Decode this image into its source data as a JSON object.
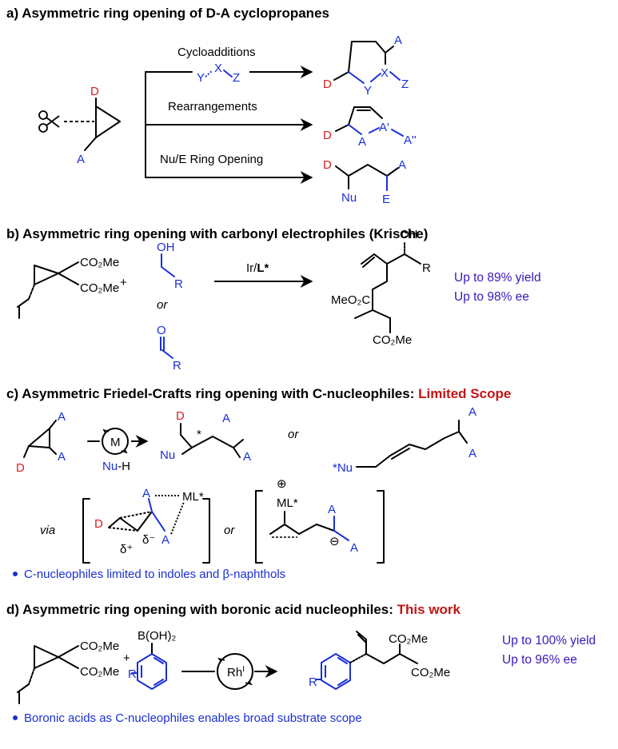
{
  "section_a": {
    "title": "a) Asymmetric ring opening of D-A cyclopropanes",
    "label_d": "D",
    "label_a": "A",
    "branches": [
      "Cycloadditions",
      "Rearrangements",
      "Nu/E Ring Opening"
    ],
    "cyclo_reagent": {
      "y": "Y",
      "x": "X",
      "z": "Z"
    },
    "cyclo_product": {
      "a": "A",
      "d": "D",
      "y": "Y",
      "x": "X",
      "z": "Z"
    },
    "rearr_product": {
      "d": "D",
      "a": "A",
      "a1": "A'",
      "a2": "A''"
    },
    "open_product": {
      "d": "D",
      "a": "A",
      "nu": "Nu",
      "e": "E"
    }
  },
  "section_b": {
    "title": "b) Asymmetric ring opening with carbonyl electrophiles (Krische)",
    "ester_top": "CO₂Me",
    "ester_bottom": "CO₂Me",
    "plus": "+",
    "or": "or",
    "oh": "OH",
    "r1": "R",
    "o": "O",
    "r2": "R",
    "catalyst_plain": "Ir/",
    "catalyst_bold": "L*",
    "prod_oh": "OH",
    "prod_r": "R",
    "prod_meo2c": "MeO₂C",
    "prod_co2me": "CO₂Me",
    "yield": "Up to 89% yield",
    "ee": "Up to 98% ee"
  },
  "section_c": {
    "title_main": "c) Asymmetric Friedel-Crafts ring opening with C-nucleophiles: ",
    "title_emph": "Limited Scope",
    "label_a1": "A",
    "label_a2": "A",
    "label_d": "D",
    "metal": "M",
    "nuh_nu": "Nu",
    "nuh_h": "-H",
    "p1": {
      "d": "D",
      "star": "*",
      "a1": "A",
      "a2": "A",
      "nu": "Nu"
    },
    "or1": "or",
    "p2": {
      "nu": "*Nu",
      "a1": "A",
      "a2": "A"
    },
    "via": "via",
    "ts1": {
      "d": "D",
      "a1": "A",
      "a2": "A",
      "ml": "ML*",
      "dplus": "δ⁺",
      "dminus": "δ⁻"
    },
    "or2": "or",
    "ts2": {
      "ml": "ML*",
      "plus": "⊕",
      "a1": "A",
      "a2": "A",
      "minus": "⊖"
    },
    "bullet": "C-nucleophiles limited to indoles and β-naphthols"
  },
  "section_d": {
    "title_main": "d) Asymmetric ring opening with boronic acid nucleophiles: ",
    "title_emph": "This work",
    "ester_top": "CO₂Me",
    "ester_bottom": "CO₂Me",
    "plus": "+",
    "boronic": "B(OH)₂",
    "r": "R",
    "catalyst": "Rh",
    "catalyst_sup": "I",
    "prod_r": "R",
    "prod_co2me_top": "CO₂Me",
    "prod_co2me_bottom": "CO₂Me",
    "yield": "Up to 100% yield",
    "ee": "Up to 96% ee",
    "bullet": "Boronic acids as C-nucleophiles enables broad substrate scope"
  },
  "colors": {
    "acceptor": "#1a2fd6",
    "donor": "#d81e1e",
    "emphasis": "#c41414",
    "result": "#3a18b8"
  }
}
